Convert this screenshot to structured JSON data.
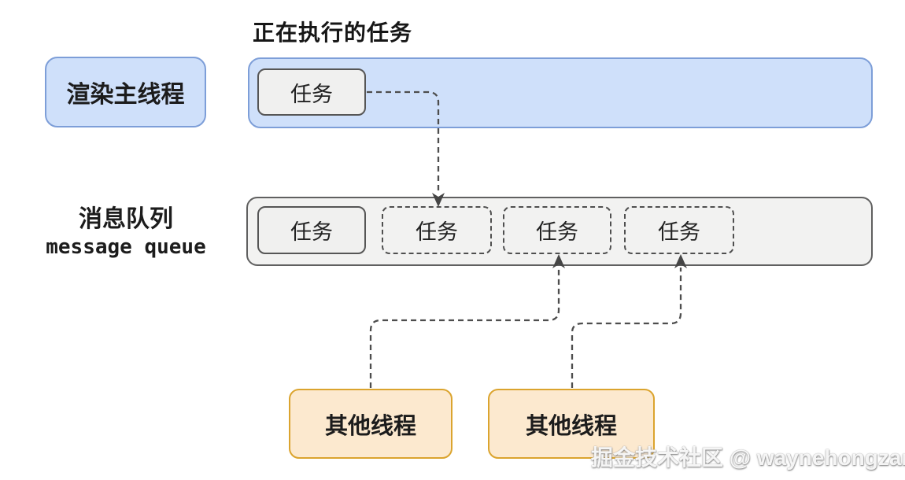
{
  "title": {
    "executing_tasks": "正在执行的任务"
  },
  "render_main_thread": {
    "label": "渲染主线程"
  },
  "executing_bar": {
    "task": {
      "label": "任务"
    }
  },
  "message_queue": {
    "label_zh": "消息队列",
    "label_en": "message queue",
    "slots": [
      {
        "label": "任务",
        "style": "solid"
      },
      {
        "label": "任务",
        "style": "dashed"
      },
      {
        "label": "任务",
        "style": "dashed"
      },
      {
        "label": "任务",
        "style": "dashed"
      }
    ]
  },
  "other_threads": [
    {
      "label": "其他线程"
    },
    {
      "label": "其他线程"
    }
  ],
  "watermark": {
    "text": "掘金技术社区 @ waynehongzane"
  },
  "colors": {
    "thread_fill": "#cfe0fa",
    "thread_border": "#7d9ed8",
    "queue_fill": "#f2f2f1",
    "queue_border": "#606060",
    "task_fill": "#f0f0ef",
    "task_border": "#565656",
    "other_thread_fill": "#fce9cf",
    "other_thread_border": "#dba42e",
    "connector": "#4d4d4d",
    "text": "#1c1c1c"
  }
}
